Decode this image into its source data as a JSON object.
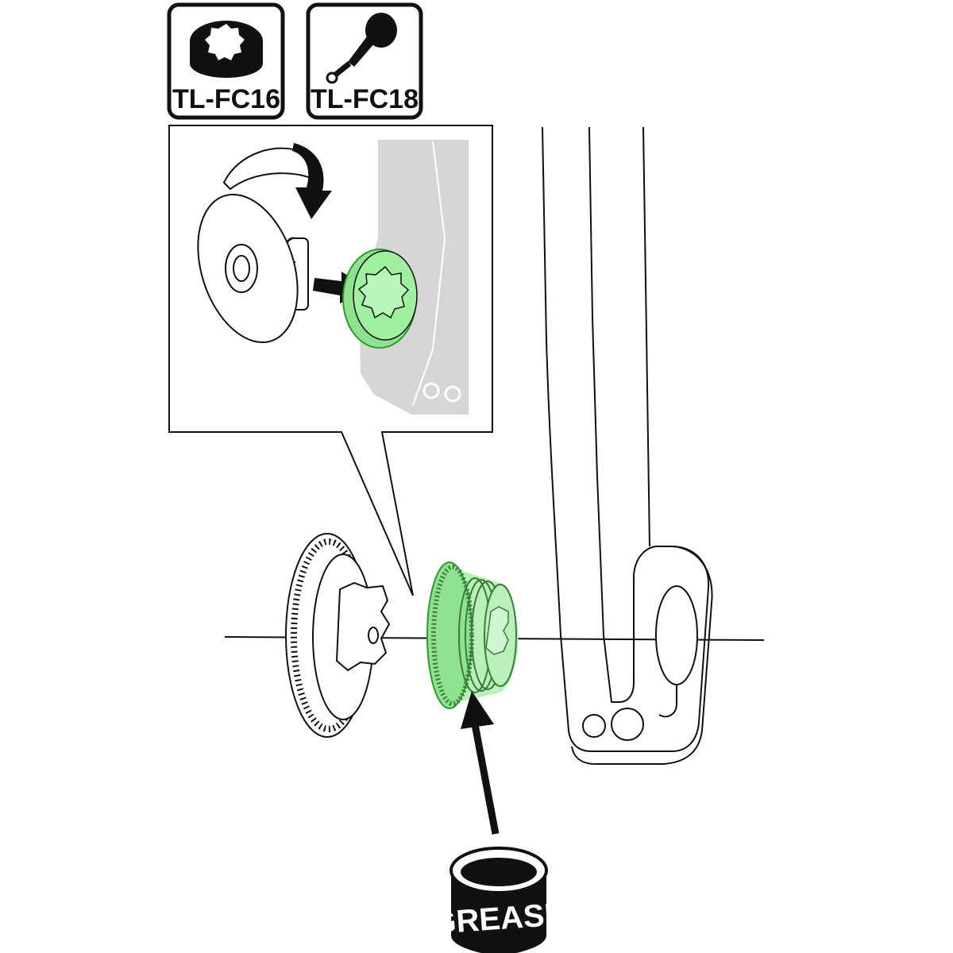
{
  "tools": [
    {
      "label": "TL-FC16",
      "icon": "socket-tool-icon"
    },
    {
      "label": "TL-FC18",
      "icon": "pin-spanner-tool-icon"
    }
  ],
  "grease": {
    "label": "GREASE"
  },
  "colors": {
    "highlight": "#8fe28f",
    "highlight_stroke": "#2e9a2e",
    "crank_ghost": "#d6d6d6",
    "line": "#111111"
  }
}
